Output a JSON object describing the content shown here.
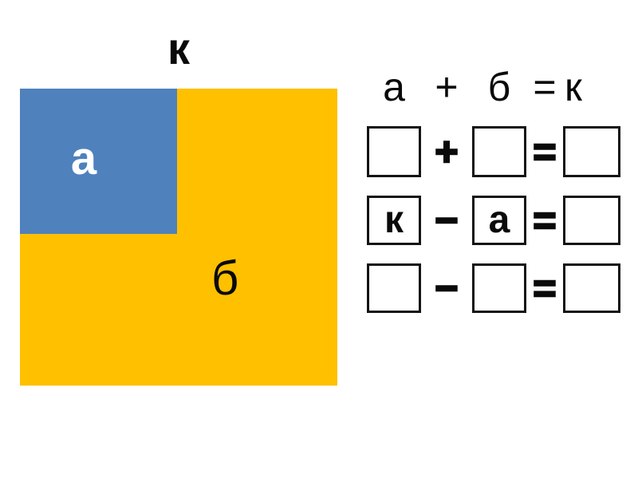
{
  "figure": {
    "whole_label": "к",
    "part_a_label": "а",
    "part_b_label": "б",
    "colors": {
      "part_a_fill": "#4F81BD",
      "part_b_fill": "#FFC000",
      "part_a_text": "#FFFFFF",
      "labels_text": "#000000"
    }
  },
  "formula": {
    "terms": [
      "а",
      "+",
      "б",
      "=",
      "к"
    ]
  },
  "equations": [
    {
      "left": "",
      "op": "+",
      "right": "",
      "eq": "=",
      "result": ""
    },
    {
      "left": "к",
      "op": "−",
      "right": "а",
      "eq": "=",
      "result": ""
    },
    {
      "left": "",
      "op": "−",
      "right": "",
      "eq": "=",
      "result": ""
    }
  ]
}
